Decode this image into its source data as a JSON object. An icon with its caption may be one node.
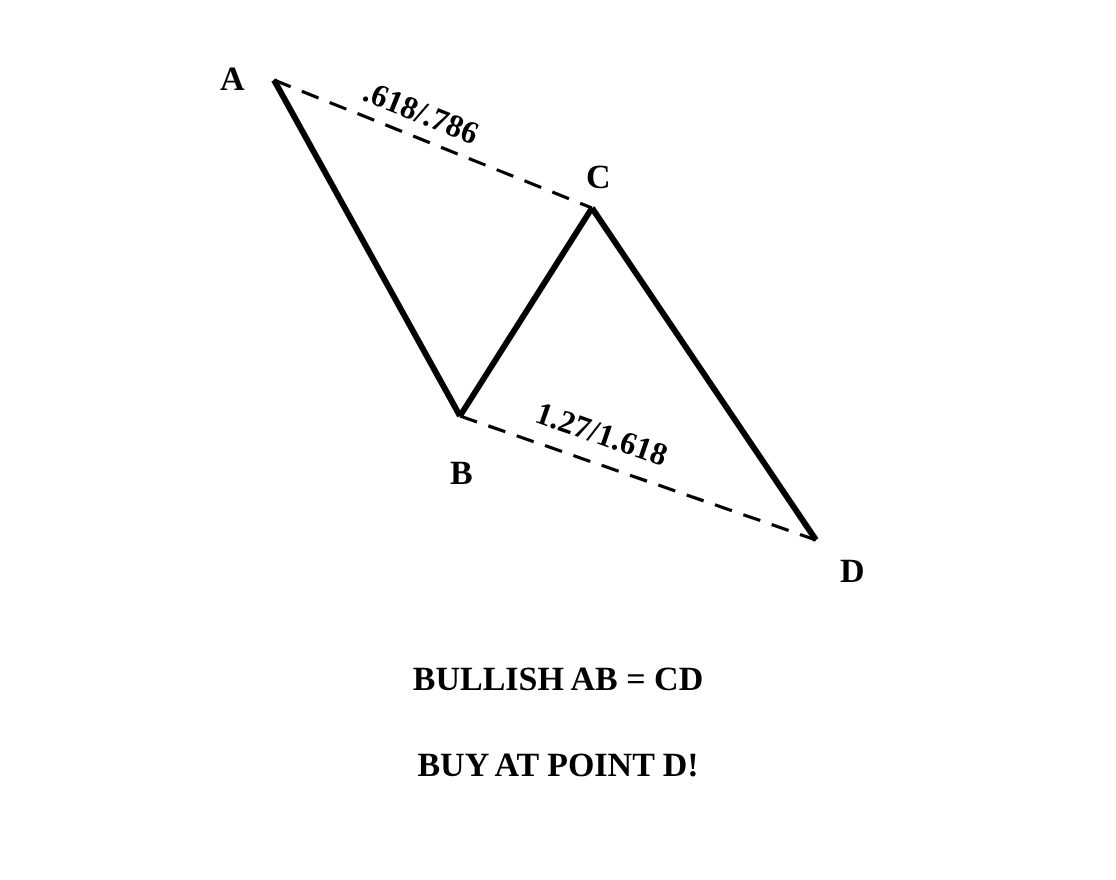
{
  "diagram": {
    "nodes": [
      {
        "text": [
          "A"
        ]
      },
      {
        "text": [
          "B"
        ]
      },
      {
        "text": [
          "C"
        ]
      },
      {
        "text": [
          "D"
        ]
      }
    ],
    "edges": [
      {
        "from": 0,
        "to": 1,
        "arrow": "none"
      },
      {
        "from": 1,
        "to": 2,
        "arrow": "none"
      },
      {
        "from": 2,
        "to": 3,
        "arrow": "none"
      },
      {
        "from": 0,
        "to": 2,
        "arrow": "none",
        "style": "dashed",
        "label": ".618/.786"
      },
      {
        "from": 1,
        "to": 3,
        "arrow": "none",
        "style": "dashed",
        "label": "1.27/1.618"
      }
    ],
    "labels": [
      "BULLISH AB = CD",
      "BUY AT POINT D!"
    ]
  }
}
